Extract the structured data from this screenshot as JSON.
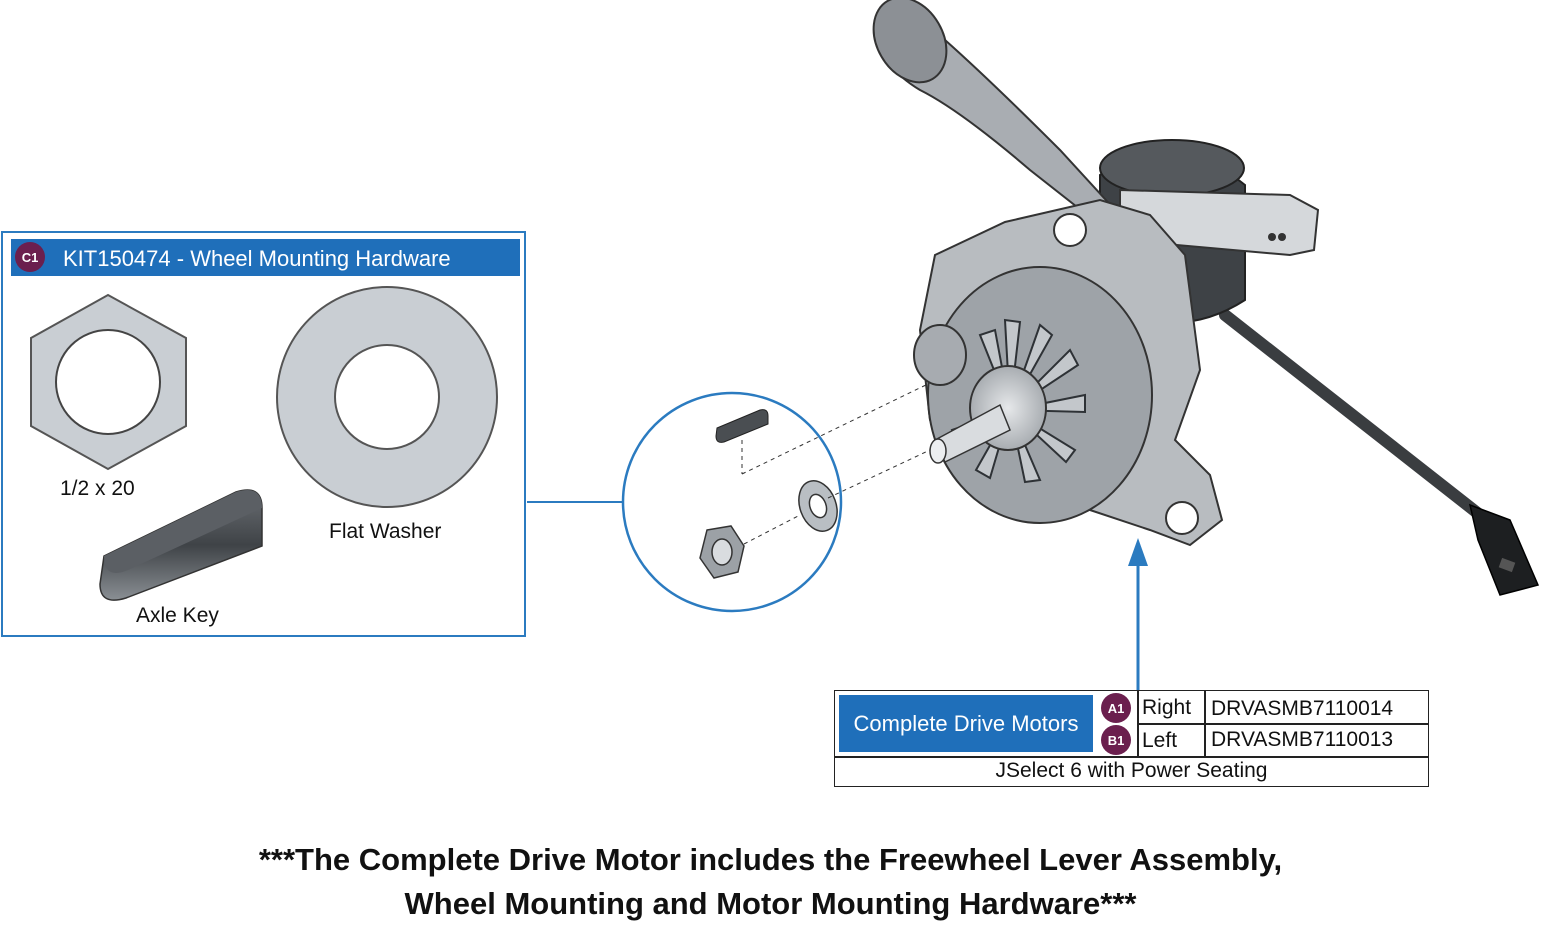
{
  "kit": {
    "badge": "C1",
    "title": "KIT150474 - Wheel Mounting Hardware",
    "parts": {
      "nut_label": "1/2 x 20",
      "washer_label": "Flat Washer",
      "key_label": "Axle Key"
    }
  },
  "motors": {
    "group_label": "Complete Drive Motors",
    "rows": [
      {
        "badge": "A1",
        "side": "Right",
        "part_number": "DRVASMB7110014"
      },
      {
        "badge": "B1",
        "side": "Left",
        "part_number": "DRVASMB7110013"
      }
    ],
    "configuration": "JSelect 6 with Power Seating"
  },
  "footnote": {
    "line1": "***The Complete Drive Motor includes the Freewheel Lever Assembly,",
    "line2": "Wheel Mounting and Motor Mounting Hardware***"
  },
  "colors": {
    "accent_blue": "#1f6fba",
    "badge_purple": "#6b1f4e",
    "part_gray": "#c9ced3"
  }
}
